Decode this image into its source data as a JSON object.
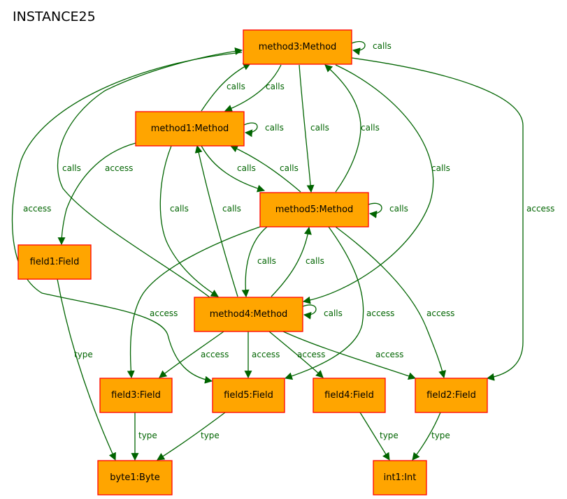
{
  "title": "INSTANCE25",
  "colors": {
    "node_fill": "#ffa500",
    "node_stroke": "#ff0000",
    "edge": "#006400"
  },
  "nodes": [
    {
      "id": "method3",
      "label": "method3:Method"
    },
    {
      "id": "method1",
      "label": "method1:Method"
    },
    {
      "id": "method5",
      "label": "method5:Method"
    },
    {
      "id": "method4",
      "label": "method4:Method"
    },
    {
      "id": "field1",
      "label": "field1:Field"
    },
    {
      "id": "field3",
      "label": "field3:Field"
    },
    {
      "id": "field5",
      "label": "field5:Field"
    },
    {
      "id": "field4",
      "label": "field4:Field"
    },
    {
      "id": "field2",
      "label": "field2:Field"
    },
    {
      "id": "byte1",
      "label": "byte1:Byte"
    },
    {
      "id": "int1",
      "label": "int1:Int"
    }
  ],
  "edges": [
    {
      "from": "method3",
      "to": "method3",
      "label": "calls"
    },
    {
      "from": "method3",
      "to": "method1",
      "label": "calls"
    },
    {
      "from": "method1",
      "to": "method3",
      "label": "calls"
    },
    {
      "from": "method3",
      "to": "method5",
      "label": "calls"
    },
    {
      "from": "method5",
      "to": "method3",
      "label": "calls"
    },
    {
      "from": "method3",
      "to": "method4",
      "label": "calls"
    },
    {
      "from": "method4",
      "to": "method3",
      "label": "calls"
    },
    {
      "from": "method3",
      "to": "field2",
      "label": "access"
    },
    {
      "from": "method3",
      "to": "field5",
      "label": "access"
    },
    {
      "from": "method1",
      "to": "method1",
      "label": "calls"
    },
    {
      "from": "method1",
      "to": "field1",
      "label": "access"
    },
    {
      "from": "method1",
      "to": "method5",
      "label": "calls"
    },
    {
      "from": "method5",
      "to": "method1",
      "label": "calls"
    },
    {
      "from": "method1",
      "to": "method4",
      "label": "calls"
    },
    {
      "from": "method4",
      "to": "method1",
      "label": "calls"
    },
    {
      "from": "method5",
      "to": "method5",
      "label": "calls"
    },
    {
      "from": "method5",
      "to": "method4",
      "label": "calls"
    },
    {
      "from": "method4",
      "to": "method5",
      "label": "calls"
    },
    {
      "from": "method5",
      "to": "field3",
      "label": "access"
    },
    {
      "from": "method5",
      "to": "field5",
      "label": "access"
    },
    {
      "from": "method5",
      "to": "field2",
      "label": "access"
    },
    {
      "from": "method4",
      "to": "method4",
      "label": "calls"
    },
    {
      "from": "method4",
      "to": "field3",
      "label": "access"
    },
    {
      "from": "method4",
      "to": "field5",
      "label": "access"
    },
    {
      "from": "method4",
      "to": "field4",
      "label": "access"
    },
    {
      "from": "method4",
      "to": "field2",
      "label": "access"
    },
    {
      "from": "field1",
      "to": "byte1",
      "label": "type"
    },
    {
      "from": "field3",
      "to": "byte1",
      "label": "type"
    },
    {
      "from": "field5",
      "to": "byte1",
      "label": "type"
    },
    {
      "from": "field4",
      "to": "int1",
      "label": "type"
    },
    {
      "from": "field2",
      "to": "int1",
      "label": "type"
    }
  ]
}
